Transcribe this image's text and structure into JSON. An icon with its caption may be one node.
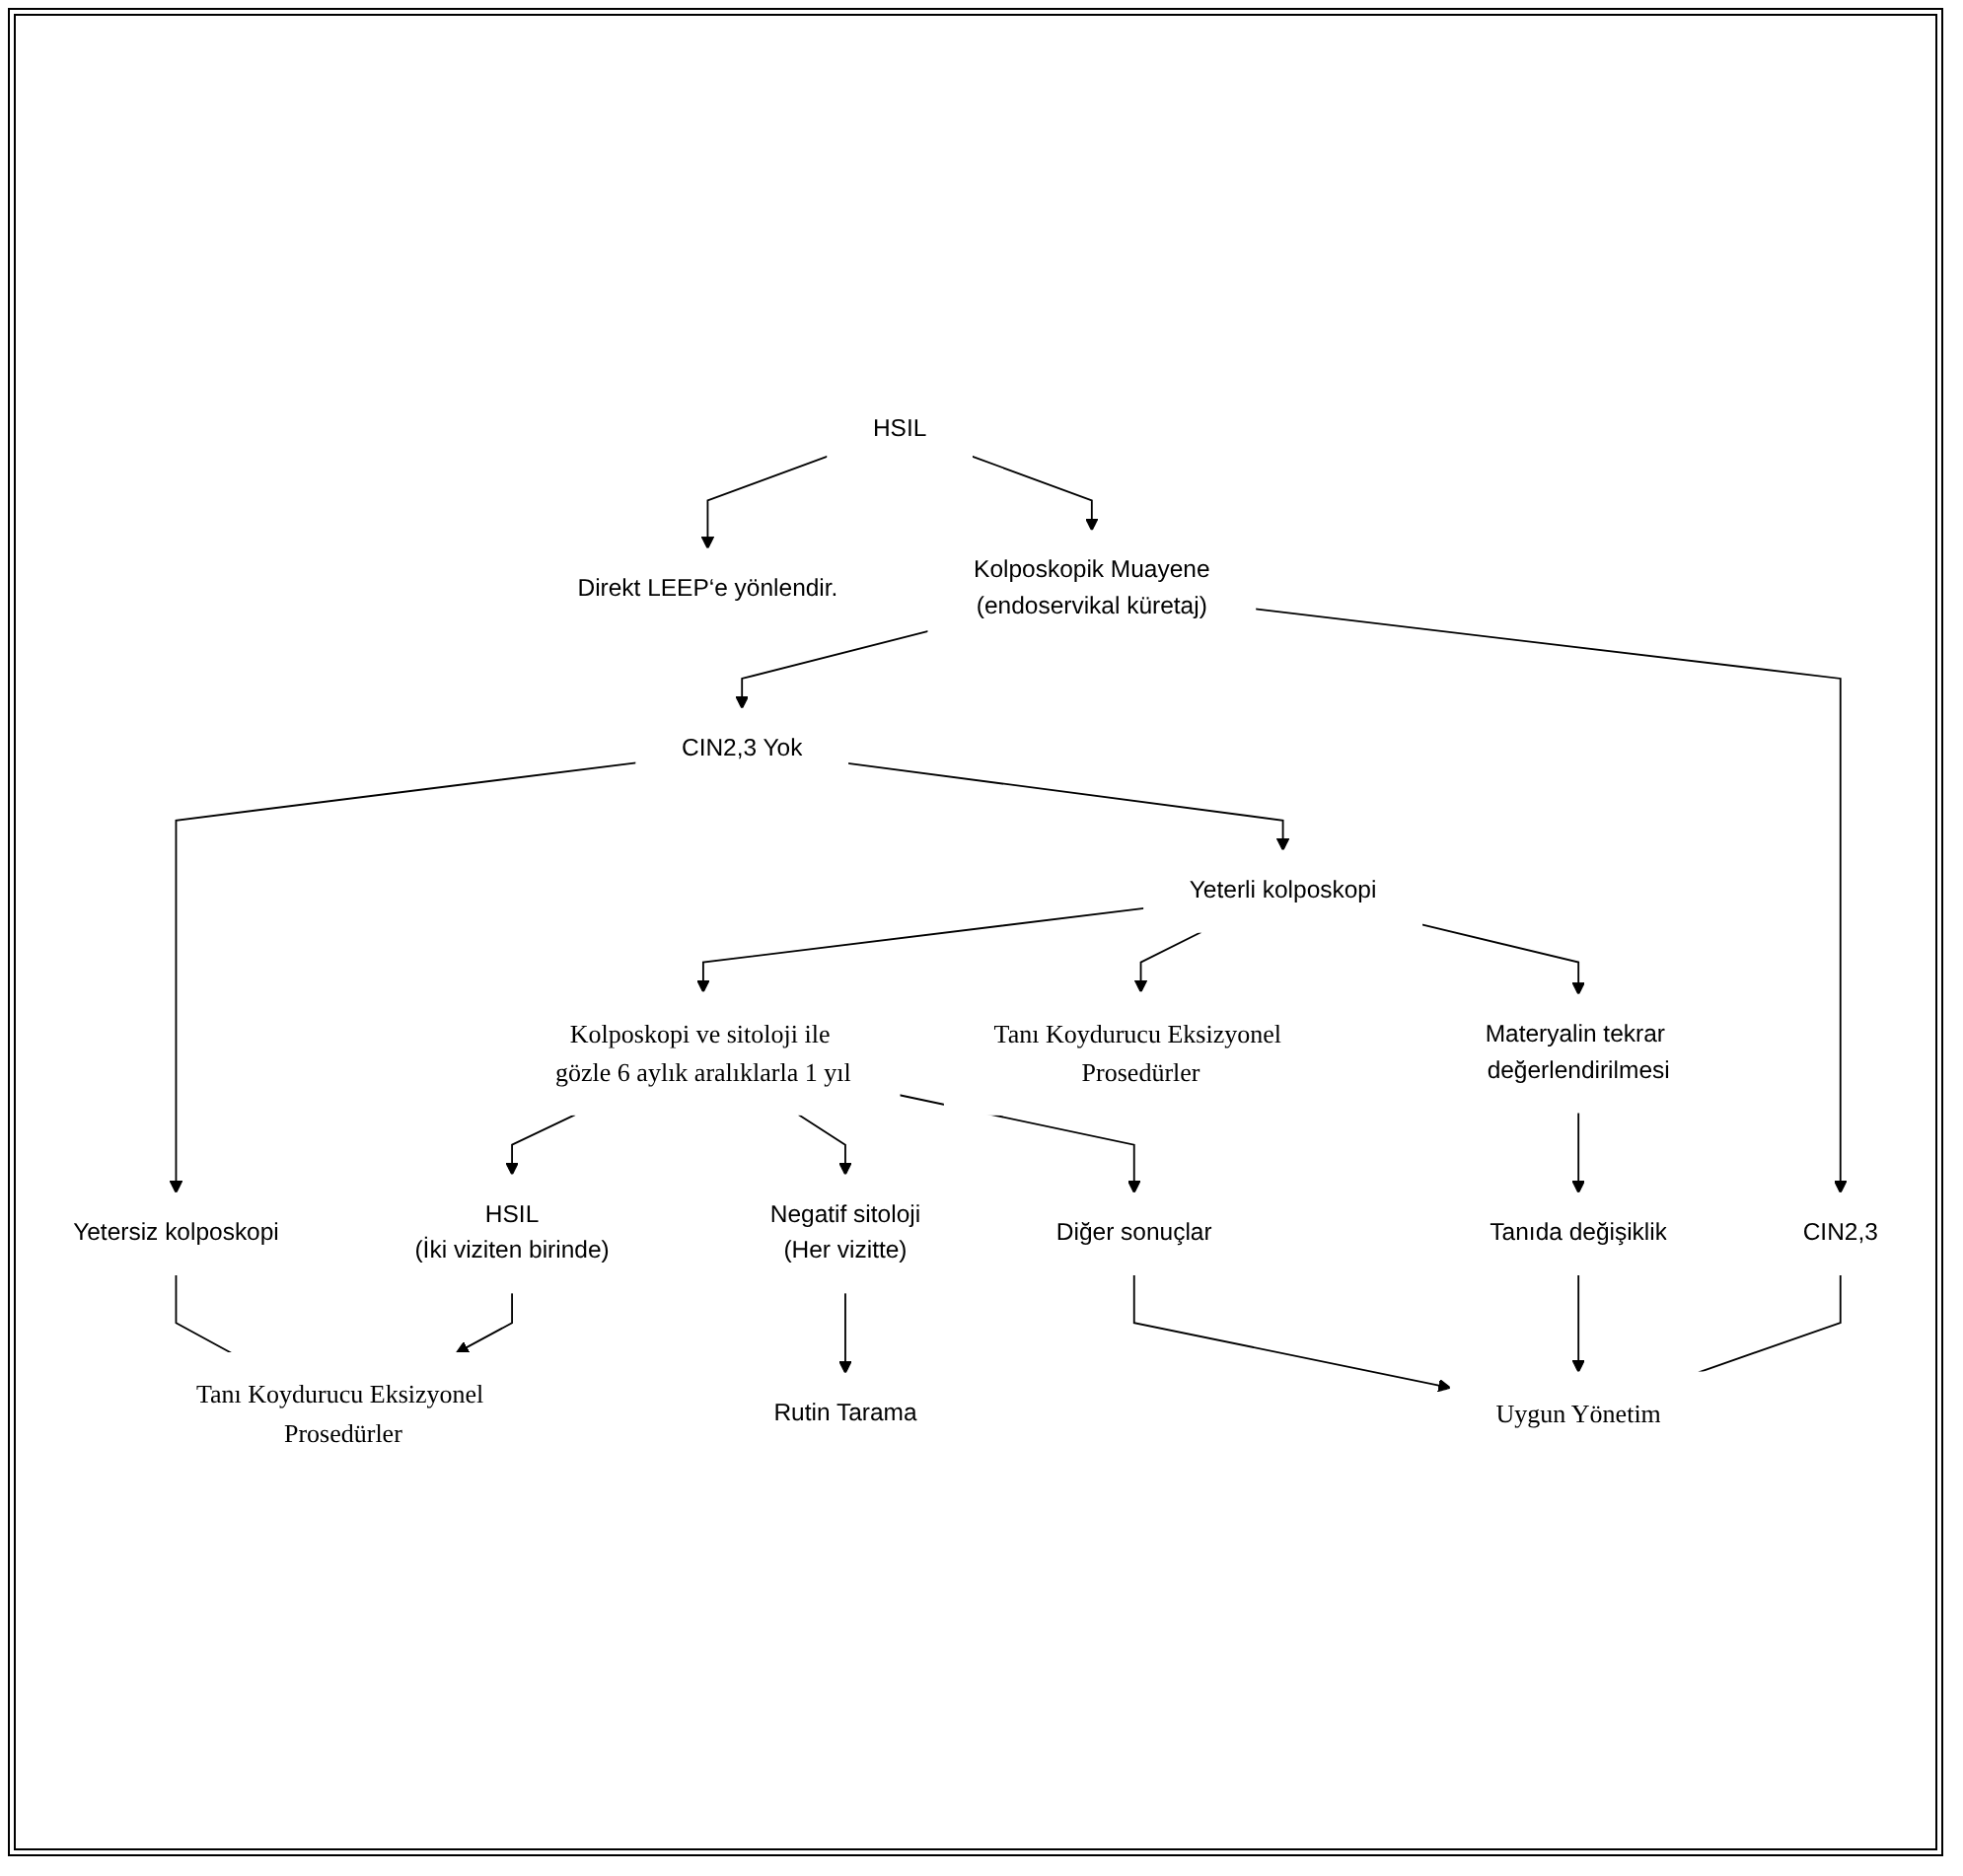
{
  "diagram": {
    "nodes": [
      {
        "text": [
          "HSIL"
        ]
      },
      {
        "text": [
          "Direkt LEEP‘e yönlendir."
        ]
      },
      {
        "text": [
          "Kolposkopik Muayene",
          "(endoservikal küretaj)"
        ]
      },
      {
        "text": [
          "CIN2,3 Yok"
        ]
      },
      {
        "text": [
          "CIN2,3"
        ]
      },
      {
        "text": [
          "Yetersiz kolposkopi"
        ]
      },
      {
        "text": [
          "Yeterli kolposkopi"
        ]
      },
      {
        "text": [
          "Kolposkopi ve sitoloji ile gözle 6 aylık aralıklarla 1 yıl"
        ]
      },
      {
        "text": [
          "Tanı Koydurucu Eksizyonel Prosedürler"
        ]
      },
      {
        "text": [
          "Materyalin tekrar değerlendirilmesi"
        ]
      },
      {
        "text": [
          "Tanıda değişiklik"
        ]
      },
      {
        "text": [
          "HSIL",
          "(İki viziten birinde)"
        ]
      },
      {
        "text": [
          "Negatif sitoloji",
          "(Her vizitte)"
        ]
      },
      {
        "text": [
          "Diğer sonuçlar"
        ]
      },
      {
        "text": [
          "Tanı Koydurucu Eksizyonel Prosedürler"
        ]
      },
      {
        "text": [
          "Rutin Tarama"
        ]
      },
      {
        "text": [
          "Uygun Yönetim"
        ]
      }
    ],
    "edges": [
      {
        "from": 0,
        "to": 1,
        "arrow": "to"
      },
      {
        "from": 0,
        "to": 2,
        "arrow": "to"
      },
      {
        "from": 2,
        "to": 3,
        "arrow": "to"
      },
      {
        "from": 2,
        "to": 4,
        "arrow": "to"
      },
      {
        "from": 3,
        "to": 5,
        "arrow": "to"
      },
      {
        "from": 3,
        "to": 6,
        "arrow": "to"
      },
      {
        "from": 6,
        "to": 7,
        "arrow": "to"
      },
      {
        "from": 6,
        "to": 8,
        "arrow": "to"
      },
      {
        "from": 6,
        "to": 9,
        "arrow": "to"
      },
      {
        "from": 9,
        "to": 10,
        "arrow": "to"
      },
      {
        "from": 7,
        "to": 11,
        "arrow": "to"
      },
      {
        "from": 7,
        "to": 12,
        "arrow": "to"
      },
      {
        "from": 7,
        "to": 13,
        "arrow": "to"
      },
      {
        "from": 11,
        "to": 14,
        "arrow": "to"
      },
      {
        "from": 12,
        "to": 15,
        "arrow": "to"
      },
      {
        "from": 13,
        "to": 16,
        "arrow": "to"
      },
      {
        "from": 10,
        "to": 16,
        "arrow": "to"
      },
      {
        "from": 4,
        "to": 16,
        "arrow": "none"
      },
      {
        "from": 5,
        "to": 14,
        "arrow": "none"
      }
    ]
  }
}
